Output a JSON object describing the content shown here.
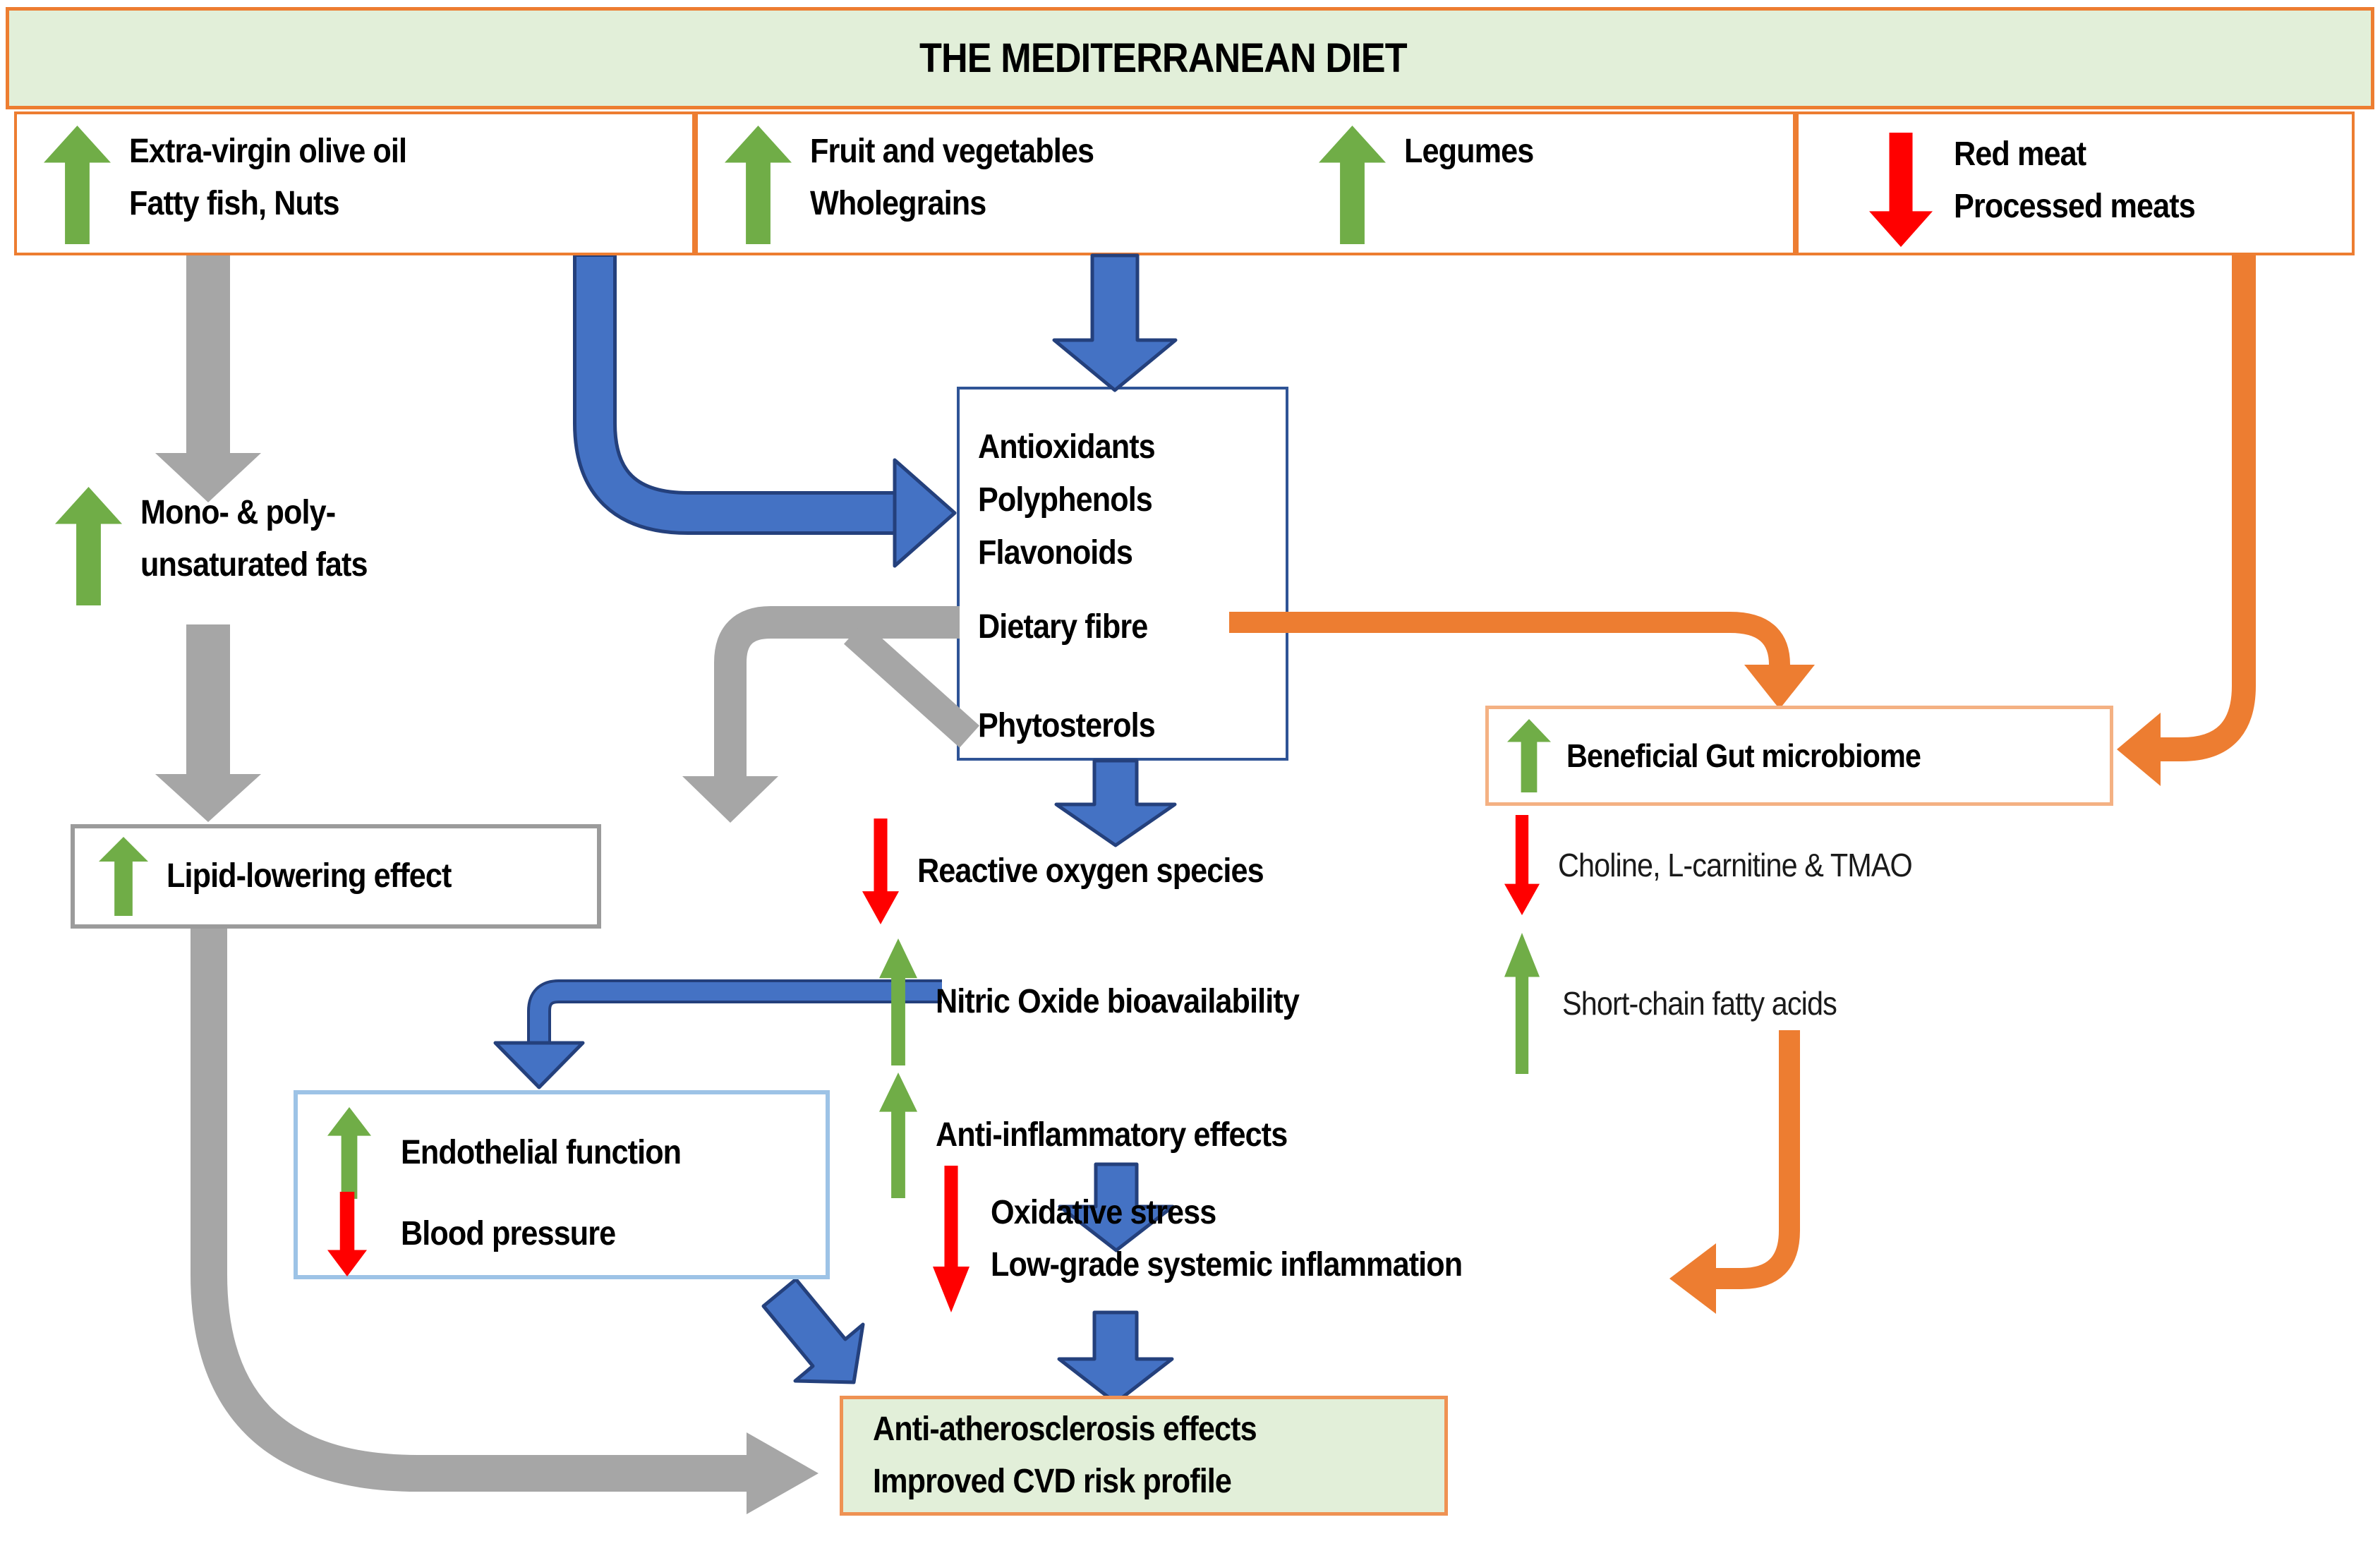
{
  "title": "THE MEDITERRANEAN DIET",
  "nodes": {
    "olive": {
      "line1": "Extra-virgin olive oil",
      "line2": "Fatty fish, Nuts"
    },
    "fruit": {
      "line1": "Fruit and vegetables",
      "line2": "Wholegrains"
    },
    "legumes": {
      "label": "Legumes"
    },
    "redmeat": {
      "line1": "Red meat",
      "line2": "Processed meats"
    },
    "mono": {
      "line1": "Mono- & poly-",
      "line2": "unsaturated fats"
    },
    "antiox": {
      "line1": "Antioxidants",
      "line2": "Polyphenols",
      "line3": "Flavonoids",
      "line4": "Dietary fibre",
      "line5": "Phytosterols"
    },
    "lipid": {
      "label": "Lipid-lowering effect"
    },
    "gut": {
      "label": "Beneficial Gut microbiome"
    },
    "choline": {
      "label": "Choline, L-carnitine & TMAO"
    },
    "scfa": {
      "label": "Short-chain fatty acids"
    },
    "ros": {
      "label": "Reactive oxygen species"
    },
    "nitric": {
      "label": "Nitric Oxide bioavailability"
    },
    "antiinflam": {
      "label": "Anti-inflammatory effects"
    },
    "oxstress": {
      "line1": "Oxidative stress",
      "line2": "Low-grade systemic inflammation"
    },
    "endothelial": {
      "line1": "Endothelial function",
      "line2": "Blood pressure"
    },
    "outcome": {
      "line1": "Anti-atherosclerosis effects",
      "line2": "Improved CVD risk profile"
    }
  },
  "colors": {
    "green": "#70AD47",
    "red": "#FF0000",
    "blue": "#4472C4",
    "blue_outline": "#24407C",
    "gray": "#A6A6A6",
    "orange": "#ED7D31",
    "box_green_bg": "#E2EFD9",
    "border_orange": "#ED7D31",
    "border_orange_light": "#F4B183",
    "border_orange2": "#EF9253",
    "border_navy": "#2F5496",
    "border_gray": "#9B9B9B",
    "border_lightblue": "#9DC3E6"
  }
}
